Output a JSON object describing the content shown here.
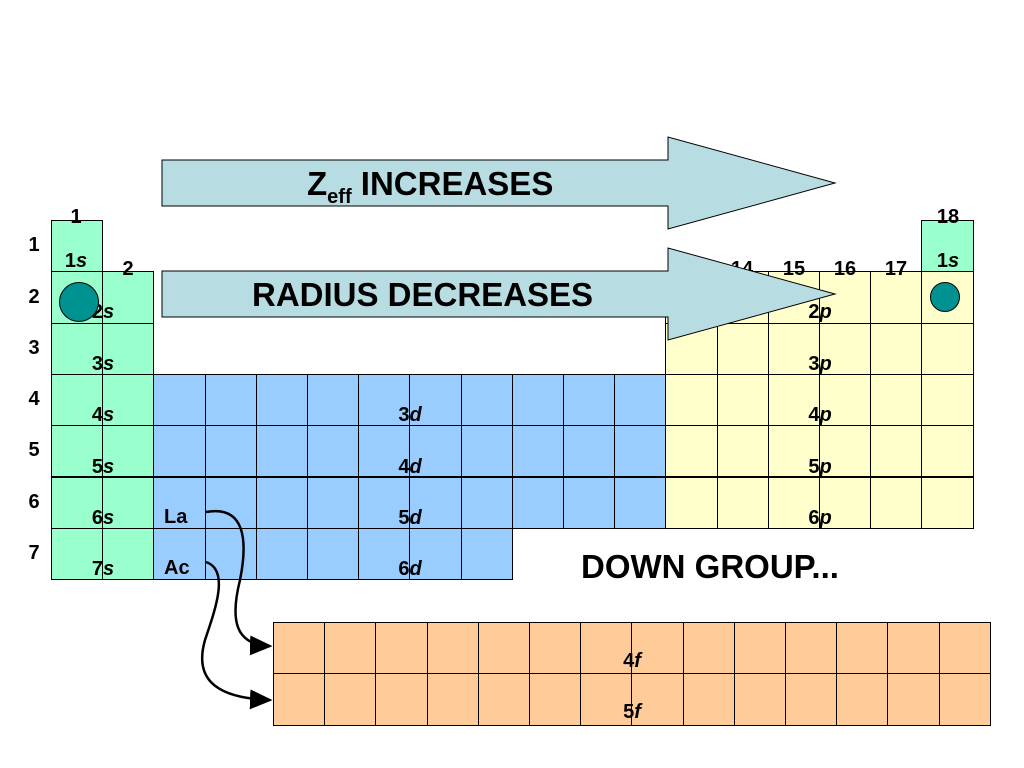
{
  "colors": {
    "s_block": "#99ffcc",
    "d_block": "#99ccff",
    "p_block": "#ffffcc",
    "f_block": "#ffcc99",
    "arrow_fill": "#b7dde3",
    "dot": "#009191"
  },
  "arrows": {
    "zeff": {
      "main": "Z",
      "sub": "eff",
      "rest": " INCREASES"
    },
    "radius": {
      "text": "RADIUS DECREASES"
    }
  },
  "down_group": "DOWN GROUP...",
  "group_labels": [
    "1",
    "2",
    "14",
    "15",
    "16",
    "17",
    "18"
  ],
  "period_labels": [
    "1",
    "2",
    "3",
    "4",
    "5",
    "6",
    "7"
  ],
  "orbitals": {
    "s": [
      {
        "n": "1",
        "l": "s"
      },
      {
        "n": "2",
        "l": "s"
      },
      {
        "n": "3",
        "l": "s"
      },
      {
        "n": "4",
        "l": "s"
      },
      {
        "n": "5",
        "l": "s"
      },
      {
        "n": "6",
        "l": "s"
      },
      {
        "n": "7",
        "l": "s"
      }
    ],
    "he": {
      "n": "1",
      "l": "s"
    },
    "d": [
      {
        "n": "3",
        "l": "d"
      },
      {
        "n": "4",
        "l": "d"
      },
      {
        "n": "5",
        "l": "d"
      },
      {
        "n": "6",
        "l": "d"
      }
    ],
    "p": [
      {
        "n": "2",
        "l": "p"
      },
      {
        "n": "3",
        "l": "p"
      },
      {
        "n": "4",
        "l": "p"
      },
      {
        "n": "5",
        "l": "p"
      },
      {
        "n": "6",
        "l": "p"
      }
    ],
    "f": [
      {
        "n": "4",
        "l": "f"
      },
      {
        "n": "5",
        "l": "f"
      }
    ]
  },
  "elements": {
    "la": "La",
    "ac": "Ac"
  }
}
